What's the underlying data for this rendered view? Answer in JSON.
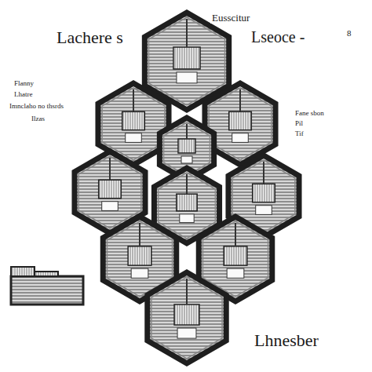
{
  "diagram": {
    "labels": [
      "Eusscitur",
      "Lachere s",
      "Lseoce -",
      "8",
      "Flanny",
      "Lhatre",
      "Imnclaho no thsrds",
      "Ilzas",
      "Fane sbon",
      "Pil",
      "Tif",
      "Lhnesber"
    ]
  }
}
